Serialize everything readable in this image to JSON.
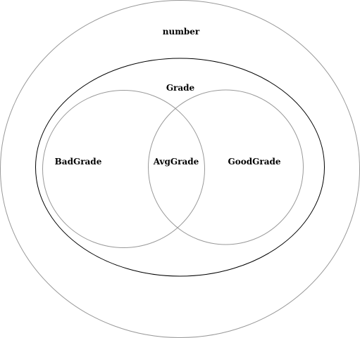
{
  "diagram": {
    "type": "euler",
    "sets": {
      "number": {
        "label": "number",
        "stroke": "#999999"
      },
      "grade": {
        "label": "Grade",
        "stroke": "#000000"
      },
      "bad_grade": {
        "label": "BadGrade",
        "stroke": "#999999"
      },
      "good_grade": {
        "label": "GoodGrade",
        "stroke": "#999999"
      },
      "avg_grade": {
        "label": "AvgGrade"
      }
    },
    "relations": [
      "Grade is contained in number",
      "BadGrade is contained in Grade",
      "GoodGrade is contained in Grade",
      "AvgGrade is the overlap of BadGrade and GoodGrade"
    ]
  }
}
